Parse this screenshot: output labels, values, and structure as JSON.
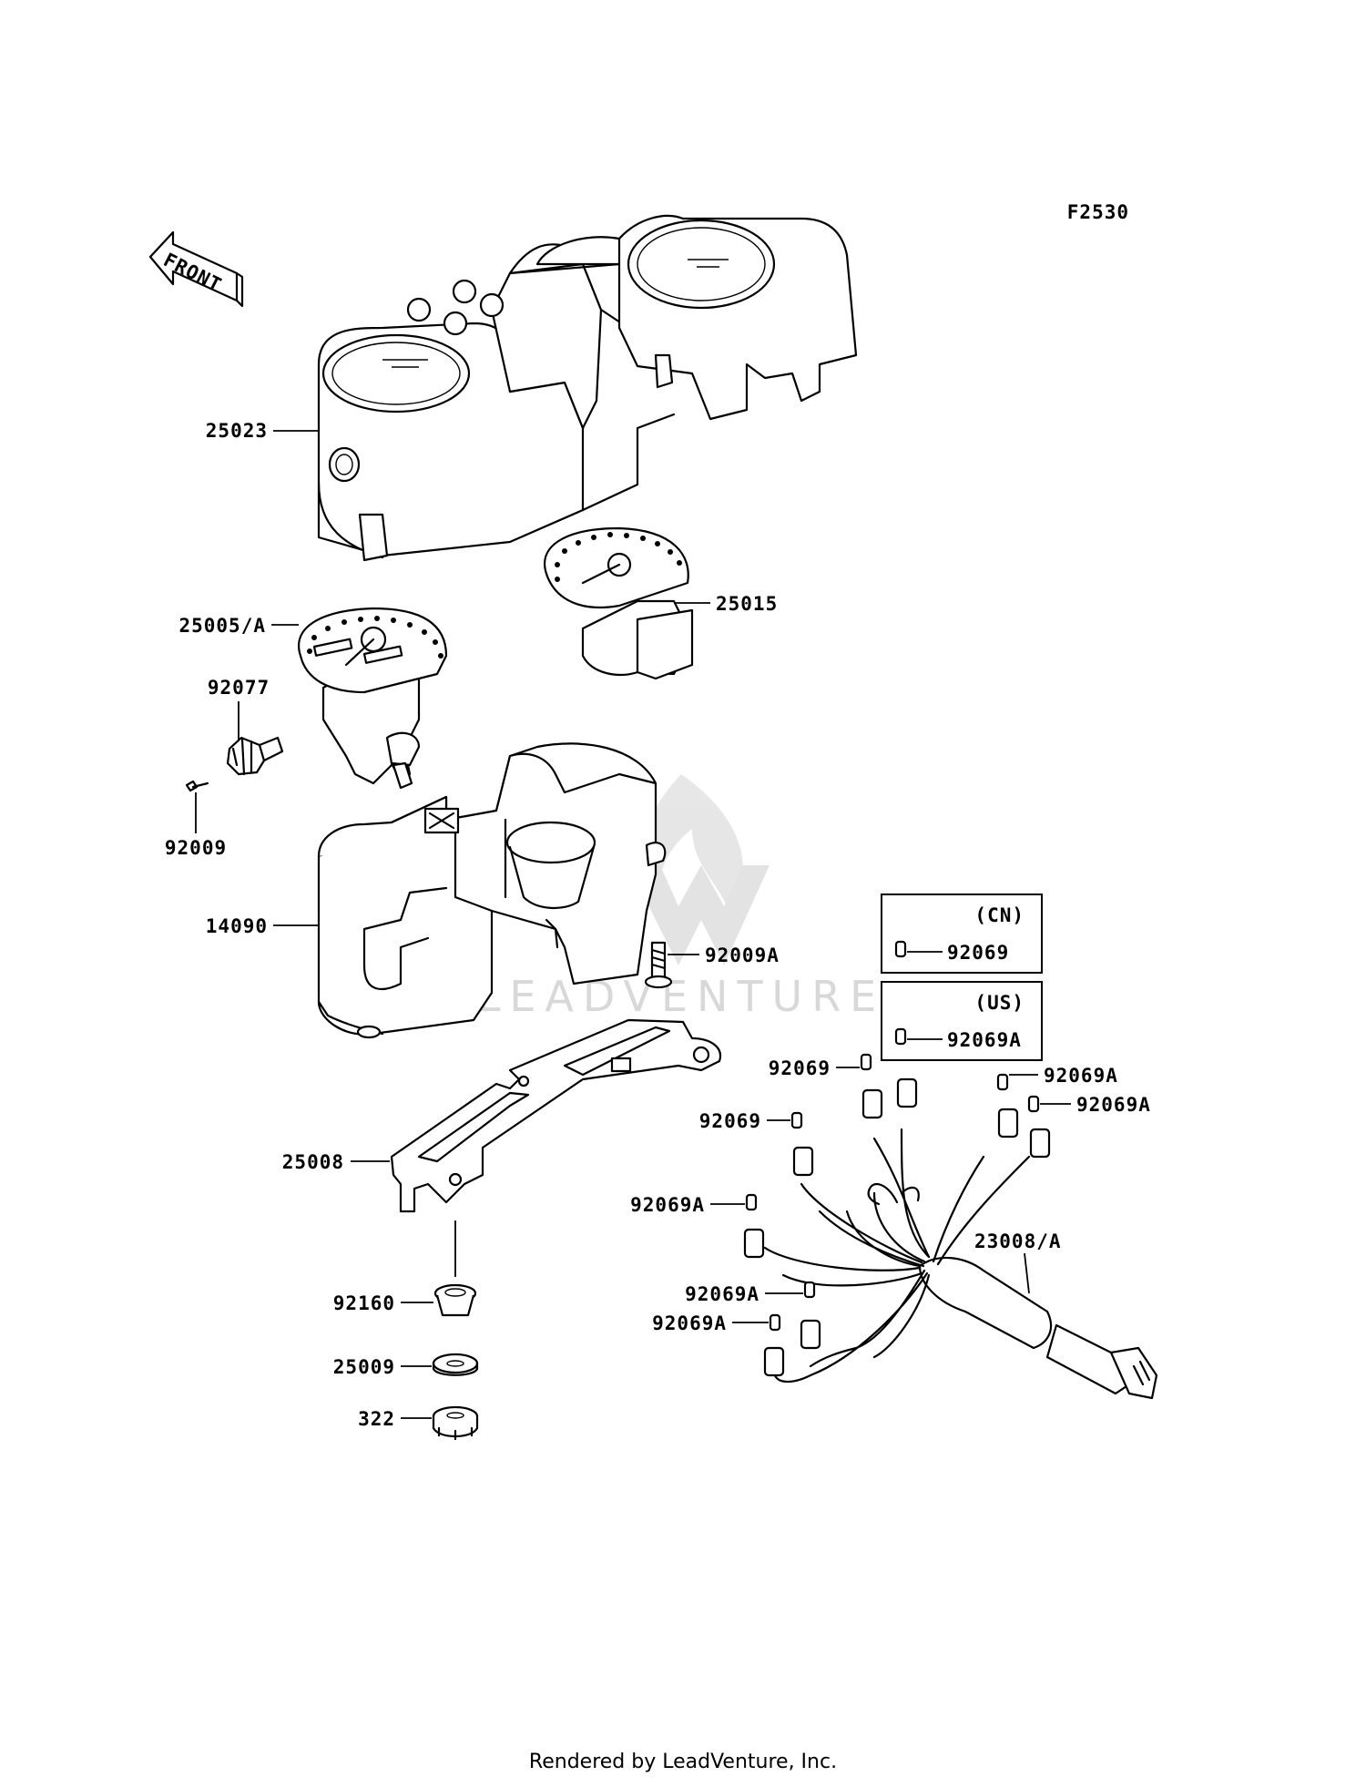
{
  "figure_code": "F2530",
  "front_arrow_label": "FRONT",
  "watermark": "LEADVENTURE",
  "parts": {
    "p25023": "25023",
    "p25005A": "25005/A",
    "p25015": "25015",
    "p92077": "92077",
    "p92009": "92009",
    "p14090": "14090",
    "p92009A": "92009A",
    "p25008": "25008",
    "p92160": "92160",
    "p25009": "25009",
    "p322": "322",
    "p23008A": "23008/A",
    "bulb1": "92069",
    "bulb2": "92069",
    "bulb3": "92069A",
    "bulb4": "92069A",
    "bulb5": "92069A",
    "bulb6": "92069A",
    "bulb7": "92069A"
  },
  "legend": {
    "cn_region": "(CN)",
    "cn_part": "92069",
    "us_region": "(US)",
    "us_part": "92069A"
  },
  "footer": "Rendered by LeadVenture, Inc."
}
